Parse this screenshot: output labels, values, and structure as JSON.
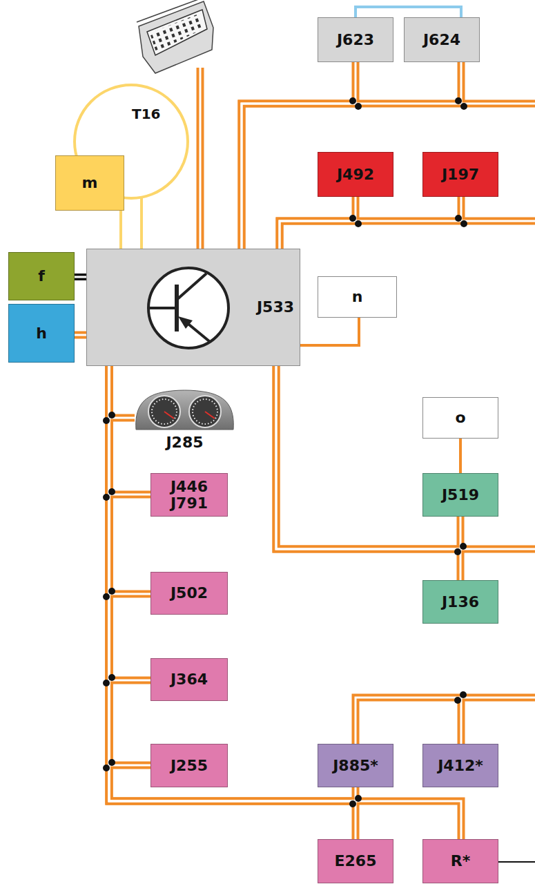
{
  "diagram": {
    "nodes": [
      {
        "text": [
          "T16"
        ]
      },
      {
        "text": [
          "J623"
        ]
      },
      {
        "text": [
          "J624"
        ]
      },
      {
        "text": [
          "m"
        ]
      },
      {
        "text": [
          "J492"
        ]
      },
      {
        "text": [
          "J197"
        ]
      },
      {
        "text": [
          "f"
        ]
      },
      {
        "text": [
          "J533"
        ]
      },
      {
        "text": [
          "h"
        ]
      },
      {
        "text": [
          "n"
        ]
      },
      {
        "text": [
          "J285"
        ]
      },
      {
        "text": [
          "o"
        ]
      },
      {
        "text": [
          "J446 J791"
        ]
      },
      {
        "text": [
          "J519"
        ]
      },
      {
        "text": [
          "J502"
        ]
      },
      {
        "text": [
          "J136"
        ]
      },
      {
        "text": [
          "J364"
        ]
      },
      {
        "text": [
          "J255"
        ]
      },
      {
        "text": [
          "J885*"
        ]
      },
      {
        "text": [
          "J412*"
        ]
      },
      {
        "text": [
          "E265"
        ]
      },
      {
        "text": [
          "R*"
        ]
      }
    ],
    "edges": [
      {
        "from": 0,
        "to": 7,
        "arrow": "none"
      },
      {
        "from": 7,
        "to": 1,
        "arrow": "none"
      },
      {
        "from": 7,
        "to": 2,
        "arrow": "none"
      },
      {
        "from": 1,
        "to": 2,
        "arrow": "none"
      },
      {
        "from": 3,
        "to": 7,
        "arrow": "none"
      },
      {
        "from": 7,
        "to": 4,
        "arrow": "none"
      },
      {
        "from": 7,
        "to": 5,
        "arrow": "none"
      },
      {
        "from": 6,
        "to": 7,
        "arrow": "none"
      },
      {
        "from": 8,
        "to": 7,
        "arrow": "none"
      },
      {
        "from": 7,
        "to": 9,
        "arrow": "none"
      },
      {
        "from": 7,
        "to": 10,
        "arrow": "none"
      },
      {
        "from": 7,
        "to": 12,
        "arrow": "none"
      },
      {
        "from": 7,
        "to": 14,
        "arrow": "none"
      },
      {
        "from": 7,
        "to": 16,
        "arrow": "none"
      },
      {
        "from": 7,
        "to": 17,
        "arrow": "none"
      },
      {
        "from": 7,
        "to": 18,
        "arrow": "none"
      },
      {
        "from": 7,
        "to": 20,
        "arrow": "none"
      },
      {
        "from": 7,
        "to": 21,
        "arrow": "none"
      },
      {
        "from": 18,
        "to": 19,
        "arrow": "none"
      },
      {
        "from": 7,
        "to": 13,
        "arrow": "none"
      },
      {
        "from": 7,
        "to": 15,
        "arrow": "none"
      },
      {
        "from": 13,
        "to": 11,
        "arrow": "none"
      }
    ]
  }
}
